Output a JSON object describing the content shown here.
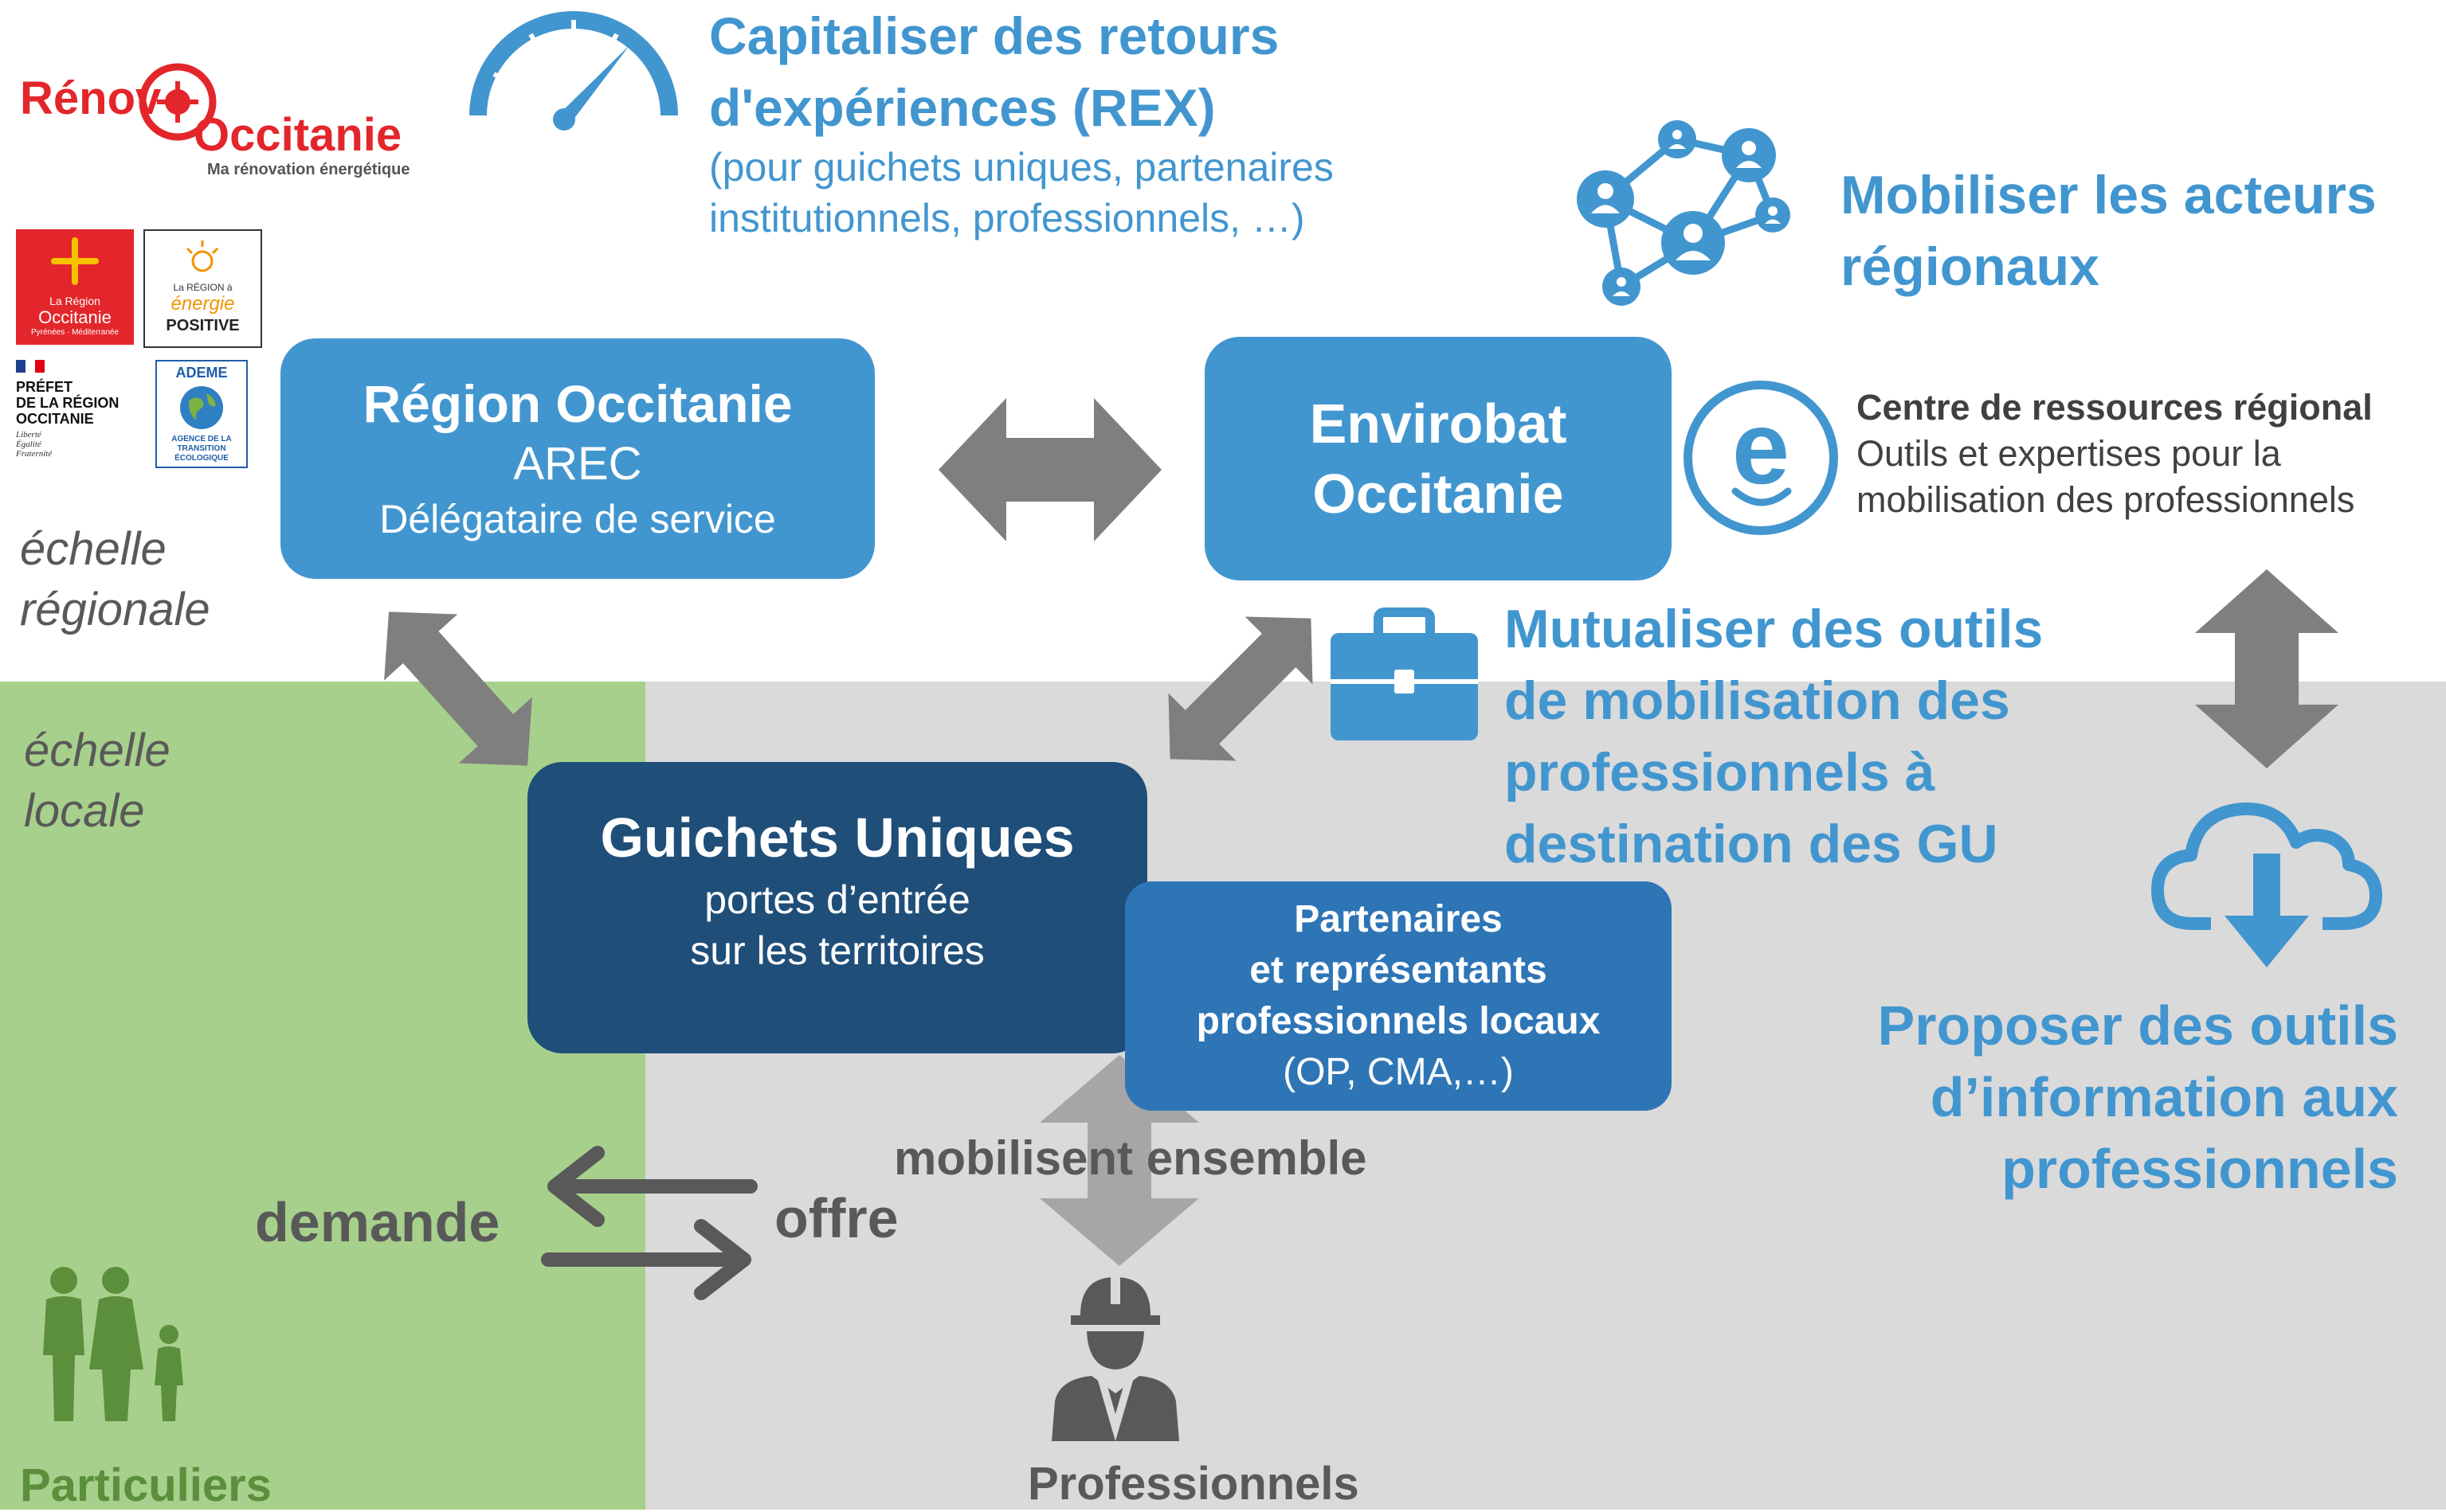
{
  "logos": {
    "renov_part1": "Rénov",
    "renov_part2": "Occitanie",
    "renov_tagline": "Ma rénovation énergétique",
    "region_line1": "La Région",
    "region_line2": "Occitanie",
    "region_line3": "Pyrénées · Méditerranée",
    "energie_line1": "La RÉGION à",
    "energie_line2": "énergie",
    "energie_line3": "POSITIVE",
    "prefet_lines": [
      "PRÉFET",
      "DE LA RÉGION",
      "OCCITANIE"
    ],
    "prefet_motto": [
      "Liberté",
      "Égalité",
      "Fraternité"
    ],
    "ademe_title": "ADEME",
    "ademe_sub": [
      "AGENCE DE LA",
      "TRANSITION",
      "ÉCOLOGIQUE"
    ]
  },
  "scales": {
    "regional": [
      "échelle",
      "régionale"
    ],
    "local": [
      "échelle",
      "locale"
    ]
  },
  "rex": {
    "title": [
      "Capitaliser des retours",
      "d'expériences (REX)"
    ],
    "subtitle": [
      "(pour guichets uniques, partenaires",
      "institutionnels, professionnels, …)"
    ]
  },
  "mobiliser": {
    "title": [
      "Mobiliser les acteurs",
      "régionaux"
    ]
  },
  "region_box": {
    "title": "Région Occitanie",
    "line2": "AREC",
    "line3": "Délégataire de service"
  },
  "envirobat_box": {
    "line1": "Envirobat",
    "line2": "Occitanie"
  },
  "envirobat_logo_letter": "e",
  "centre": {
    "title": "Centre de ressources régional",
    "lines": [
      "Outils et expertises pour la",
      "mobilisation des professionnels"
    ]
  },
  "mutualiser": {
    "title": [
      "Mutualiser des outils",
      "de mobilisation des",
      "professionnels à",
      "destination des GU"
    ]
  },
  "guichets_box": {
    "title": "Guichets Uniques",
    "lines": [
      "portes d’entrée",
      "sur les territoires"
    ]
  },
  "partenaires_box": {
    "lines": [
      "Partenaires",
      "et représentants",
      "professionnels locaux"
    ],
    "sub": "(OP, CMA,…)"
  },
  "proposer": {
    "title": [
      "Proposer des outils",
      "d’information aux",
      "professionnels"
    ]
  },
  "labels": {
    "mobilisent": "mobilisent ensemble",
    "demande": "demande",
    "offre": "offre",
    "particuliers": "Particuliers",
    "professionnels": "Professionnels"
  },
  "colors": {
    "accent_blue": "#4296cf",
    "dark_blue": "#1f4e79",
    "mid_blue": "#2e75b6",
    "arrow_grey": "#7f7f7f",
    "local_green": "#a7d08c",
    "local_grey": "#dadada",
    "text_grey": "#595959",
    "person_green": "#5b8f3c",
    "renov_red": "#e3262b"
  }
}
